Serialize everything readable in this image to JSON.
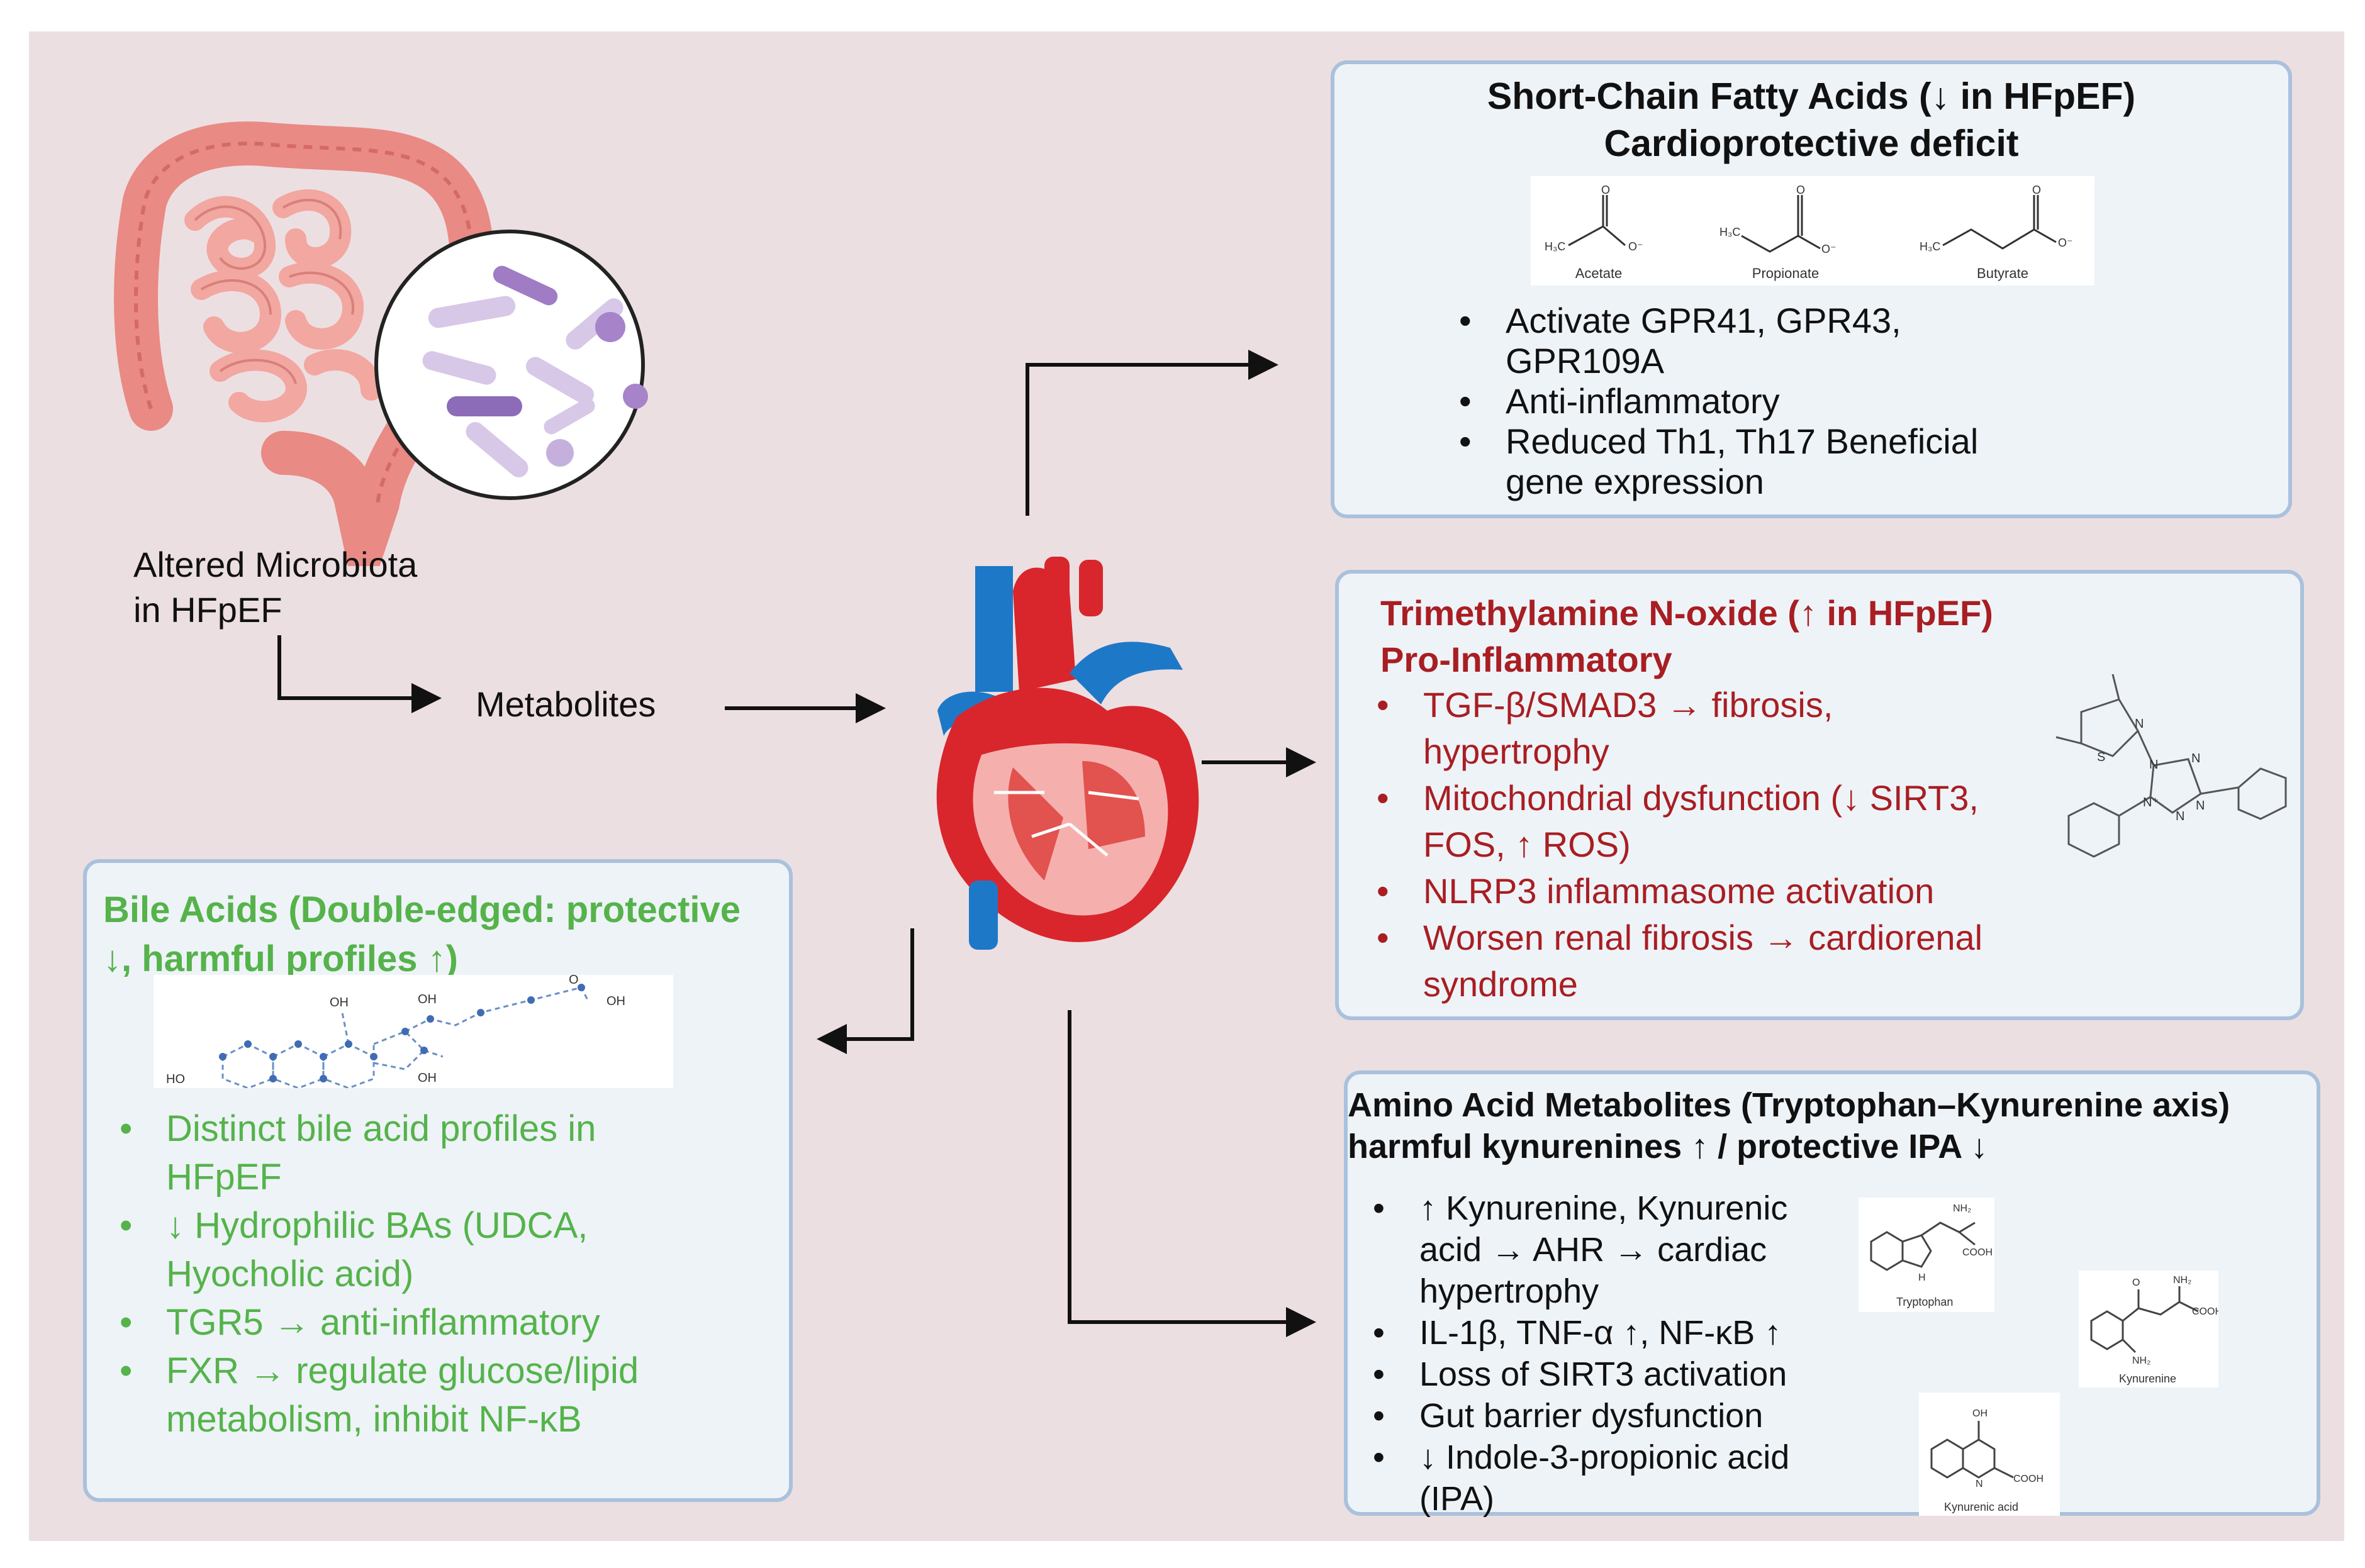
{
  "microbiota": {
    "label_line1": "Altered Microbiota",
    "label_line2": "in HFpEF",
    "metabolites_label": "Metabolites"
  },
  "scfa": {
    "title_line1": "Short-Chain Fatty Acids (↓ in HFpEF)",
    "title_line2": "Cardioprotective deficit",
    "structures": [
      "Acetate",
      "Propionate",
      "Butyrate"
    ],
    "bullets": [
      [
        "Activate GPR41, GPR43,",
        "GPR109A"
      ],
      [
        "Anti-inflammatory"
      ],
      [
        "Reduced Th1, Th17 Beneficial",
        "gene expression"
      ]
    ]
  },
  "tmao": {
    "title_line1": "Trimethylamine N-oxide (↑ in HFpEF)",
    "title_line2": "Pro-Inflammatory",
    "bullets": [
      [
        "TGF-β/SMAD3 → fibrosis,",
        "hypertrophy"
      ],
      [
        "Mitochondrial dysfunction (↓ SIRT3,",
        "FOS, ↑ ROS)"
      ],
      [
        "NLRP3 inflammasome activation"
      ],
      [
        "Worsen renal fibrosis → cardiorenal",
        "syndrome"
      ]
    ]
  },
  "bile": {
    "title_line1": "Bile Acids (Double-edged: protective",
    "title_line2": "↓, harmful profiles ↑)",
    "bullets": [
      [
        "Distinct bile acid profiles in",
        "HFpEF"
      ],
      [
        "↓ Hydrophilic BAs (UDCA,",
        "Hyocholic acid)"
      ],
      [
        "TGR5 → anti-inflammatory"
      ],
      [
        "FXR → regulate glucose/lipid",
        "metabolism, inhibit NF-κB"
      ]
    ]
  },
  "amino": {
    "title_line1": "Amino Acid Metabolites (Tryptophan–Kynurenine axis)",
    "title_line2": "harmful kynurenines ↑ / protective IPA ↓",
    "structures": [
      "Tryptophan",
      "Kynurenine",
      "Kynurenic acid"
    ],
    "bullets": [
      [
        "↑ Kynurenine, Kynurenic",
        "acid → AHR → cardiac",
        "hypertrophy"
      ],
      [
        "IL-1β, TNF-α ↑, NF-κB ↑"
      ],
      [
        "Loss of SIRT3 activation"
      ],
      [
        "Gut barrier dysfunction"
      ],
      [
        "↓ Indole-3-propionic acid",
        "(IPA)"
      ]
    ]
  },
  "colors": {
    "background": "#ecdfe1",
    "box_fill": "#eef3f8",
    "box_border": "#a9c1dc",
    "tmao_text": "#a81e22",
    "bile_text": "#55b34a"
  }
}
